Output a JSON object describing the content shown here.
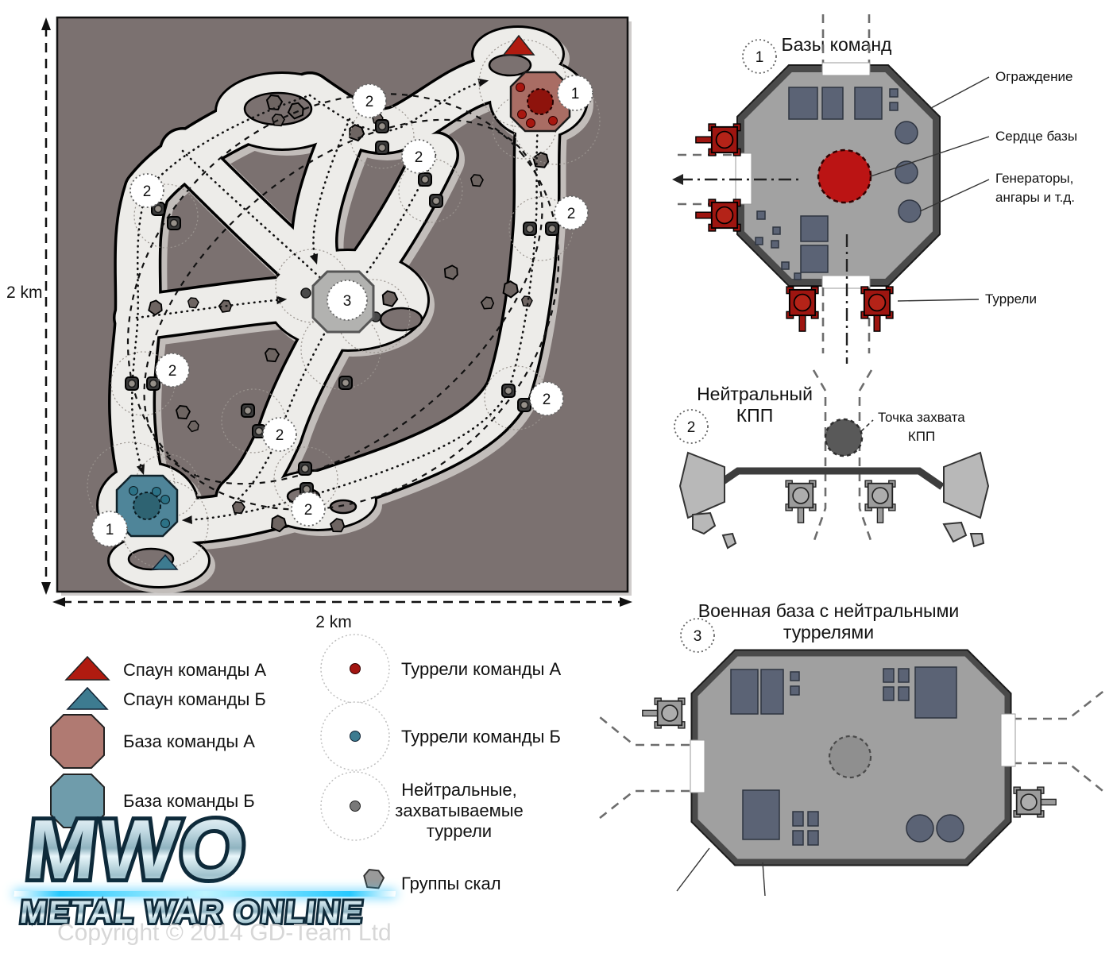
{
  "map": {
    "scale_left": "2 km",
    "scale_bottom": "2 km",
    "base_marker": "1",
    "checkpoint_marker": "2",
    "military_marker": "3"
  },
  "diagrams": {
    "team_base": {
      "number": "1",
      "title": "Базы команд",
      "label_fence": "Ограждение",
      "label_heart": "Сердце базы",
      "label_generators_line1": "Генераторы,",
      "label_generators_line2": "ангары и т.д.",
      "label_turrets": "Туррели"
    },
    "neutral_checkpoint": {
      "number": "2",
      "title_line1": "Нейтральный",
      "title_line2": "КПП",
      "capture_label_line1": "Точка захвата",
      "capture_label_line2": "КПП"
    },
    "military_base": {
      "number": "3",
      "title_line1": "Военная база с нейтральными",
      "title_line2": "туррелями"
    }
  },
  "legend": {
    "spawn_a": "Спаун команды А",
    "spawn_b": "Спаун команды Б",
    "base_a": "База команды А",
    "base_b": "База команды Б",
    "turrets_a": "Туррели команды А",
    "turrets_b": "Туррели команды Б",
    "neutral_line1": "Нейтральные,",
    "neutral_line2": "захватываемые",
    "neutral_line3": "туррели",
    "rocks": "Группы скал"
  },
  "logo": {
    "acronym": "MWO",
    "title": "METAL WAR ONLINE"
  },
  "footer": {
    "copyright": "Copyright © 2014 GD-Team Ltd"
  },
  "colors": {
    "team_a": "#a91d12",
    "team_b": "#3d7b90",
    "map_ground": "#7b7170",
    "terrain": "#edece9",
    "base_a_fill": "#a96d64",
    "base_b_fill": "#4f8599",
    "neutral_fill": "#b2b2b0",
    "building": "#5b6375",
    "diagram_base_fill": "#a2a2a2",
    "diagram_border": "#4a4a4a"
  }
}
